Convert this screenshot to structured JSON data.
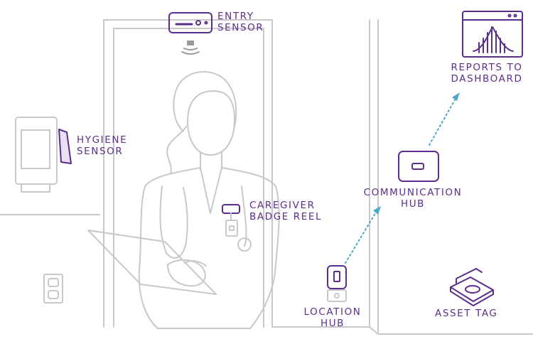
{
  "labels": {
    "entry_sensor": [
      "ENTRY",
      "SENSOR"
    ],
    "hygiene_sensor": [
      "HYGIENE",
      "SENSOR"
    ],
    "caregiver_badge_reel": [
      "CAREGIVER",
      "BADGE REEL"
    ],
    "communication_hub": [
      "COMMUNICATION",
      "HUB"
    ],
    "reports_to_dashboard": [
      "REPORTS TO",
      "DASHBOARD"
    ],
    "location_hub": [
      "LOCATION",
      "HUB"
    ],
    "asset_tag": "ASSET TAG"
  },
  "colors": {
    "accent": "#5b2e8c",
    "line_gray": "#c8c8c8",
    "dotted_link": "#4aa8cc"
  },
  "icons": [
    "entry-sensor-icon",
    "hygiene-dispenser-icon",
    "badge-reel-icon",
    "communication-hub-icon",
    "dashboard-monitor-icon",
    "location-hub-icon",
    "asset-tag-icon",
    "power-outlet-icon",
    "caregiver-figure"
  ]
}
